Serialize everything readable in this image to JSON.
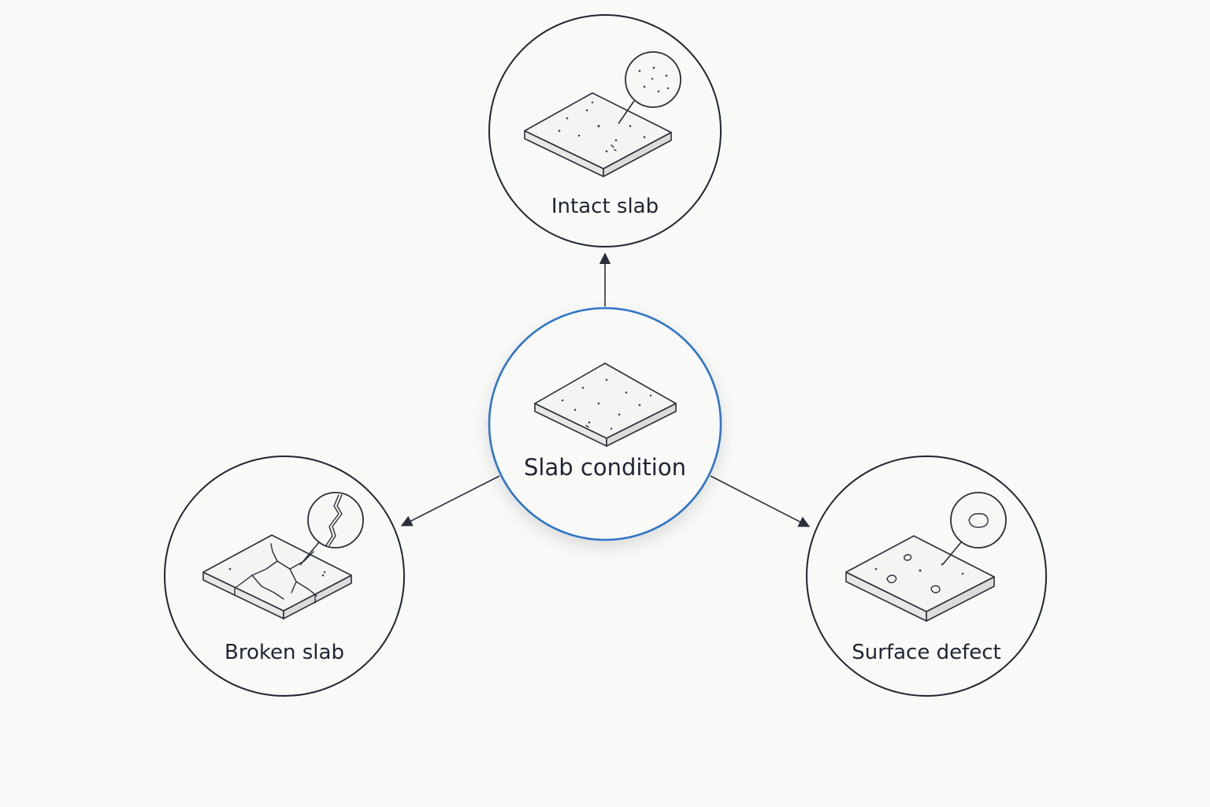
{
  "diagram": {
    "center": {
      "label": "Slab condition",
      "accent_color": "#2f74c8",
      "icon": "slab-icon"
    },
    "nodes": [
      {
        "id": "intact",
        "label": "Intact slab",
        "icon": "intact-slab-icon"
      },
      {
        "id": "broken",
        "label": "Broken slab",
        "icon": "broken-slab-icon"
      },
      {
        "id": "surface",
        "label": "Surface defect",
        "icon": "surface-defect-icon"
      }
    ],
    "edges": [
      {
        "from": "center",
        "to": "intact"
      },
      {
        "from": "center",
        "to": "broken"
      },
      {
        "from": "center",
        "to": "surface"
      }
    ],
    "colors": {
      "background": "#f9f9f7",
      "outline": "#1f2633"
    }
  }
}
